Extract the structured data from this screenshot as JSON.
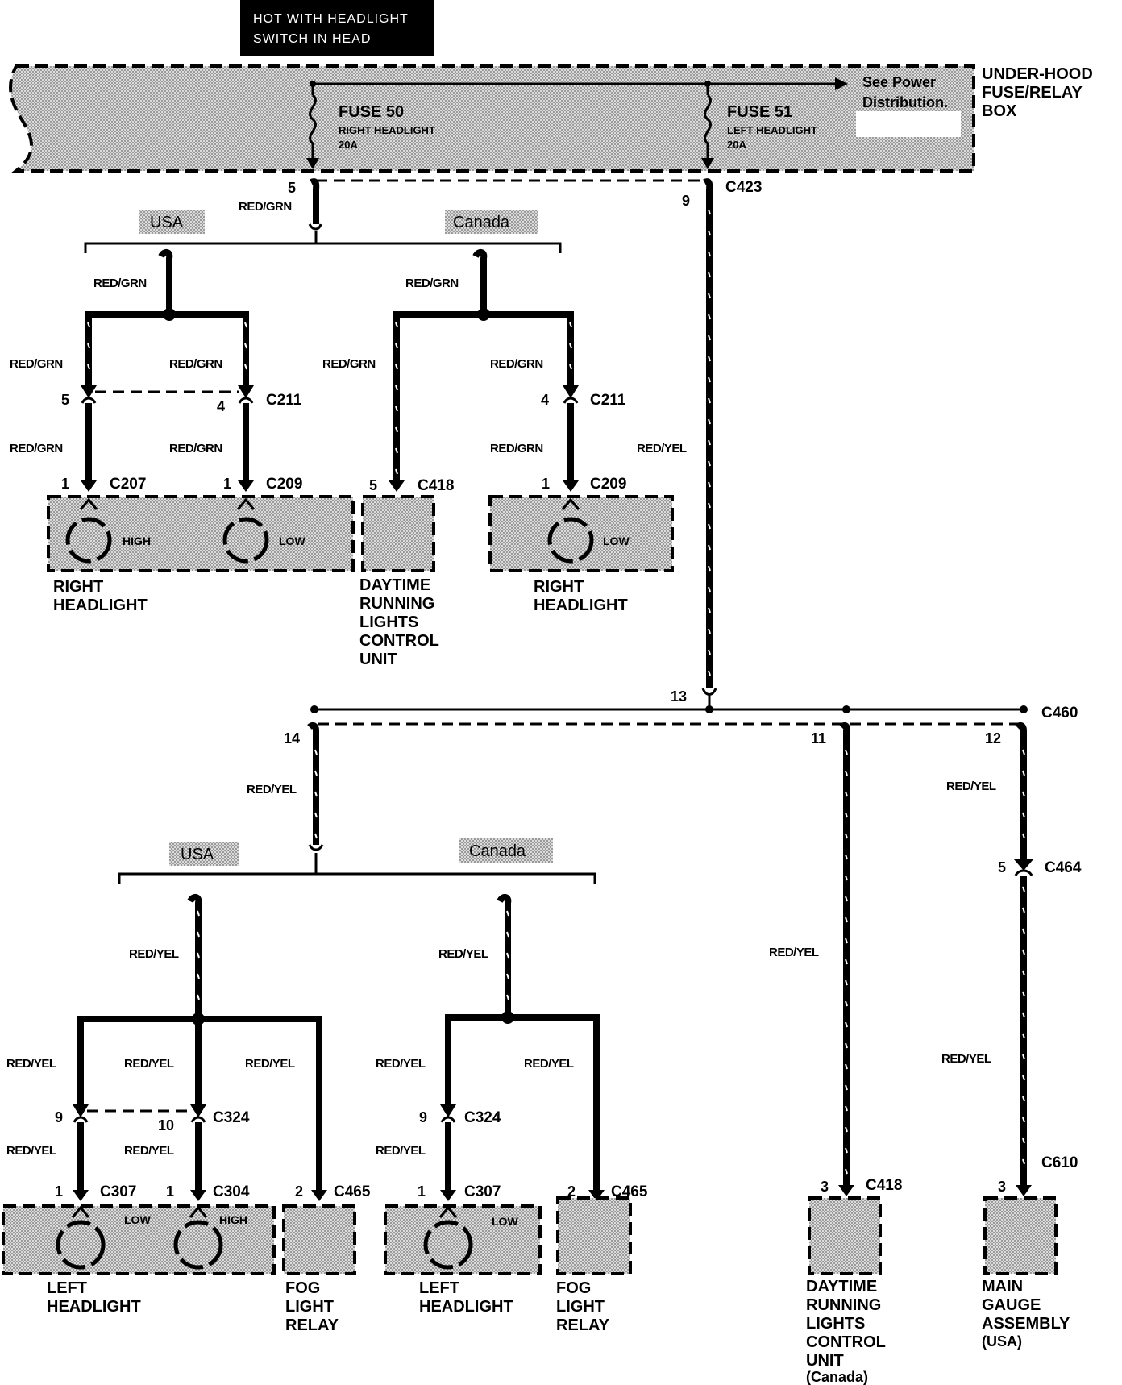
{
  "header": {
    "line1": "HOT WITH HEADLIGHT",
    "line2": "SWITCH IN HEAD"
  },
  "fuse_box": {
    "label1": "UNDER-HOOD",
    "label2": "FUSE/RELAY",
    "label3": "BOX",
    "see_line1": "See Power",
    "see_line2": "Distribution.",
    "fuse_a": {
      "name": "FUSE 50",
      "desc": "RIGHT HEADLIGHT",
      "rating": "20A"
    },
    "fuse_b": {
      "name": "FUSE 51",
      "desc": "LEFT HEADLIGHT",
      "rating": "20A"
    }
  },
  "wires": {
    "rg": "RED/GRN",
    "ry": "RED/YEL"
  },
  "regions": {
    "usa": "USA",
    "canada": "Canada"
  },
  "connectors": {
    "c423": "C423",
    "c211": "C211",
    "c207": "C207",
    "c209": "C209",
    "c418": "C418",
    "c460": "C460",
    "c464": "C464",
    "c324": "C324",
    "c307": "C307",
    "c304": "C304",
    "c465": "C465",
    "c610": "C610"
  },
  "pins": {
    "p1": "1",
    "p2": "2",
    "p3": "3",
    "p4": "4",
    "p5": "5",
    "p9": "9",
    "p10": "10",
    "p11": "11",
    "p12": "12",
    "p13": "13",
    "p14": "14"
  },
  "filaments": {
    "high": "HIGH",
    "low": "LOW"
  },
  "components": {
    "right_headlight": [
      "RIGHT",
      "HEADLIGHT"
    ],
    "drl_unit": [
      "DAYTIME",
      "RUNNING",
      "LIGHTS",
      "CONTROL",
      "UNIT"
    ],
    "canada_note": "(Canada)",
    "left_headlight": [
      "LEFT",
      "HEADLIGHT"
    ],
    "fog_relay": [
      "FOG",
      "LIGHT",
      "RELAY"
    ],
    "main_gauge": [
      "MAIN",
      "GAUGE",
      "ASSEMBLY"
    ],
    "usa_note": "(USA)"
  }
}
